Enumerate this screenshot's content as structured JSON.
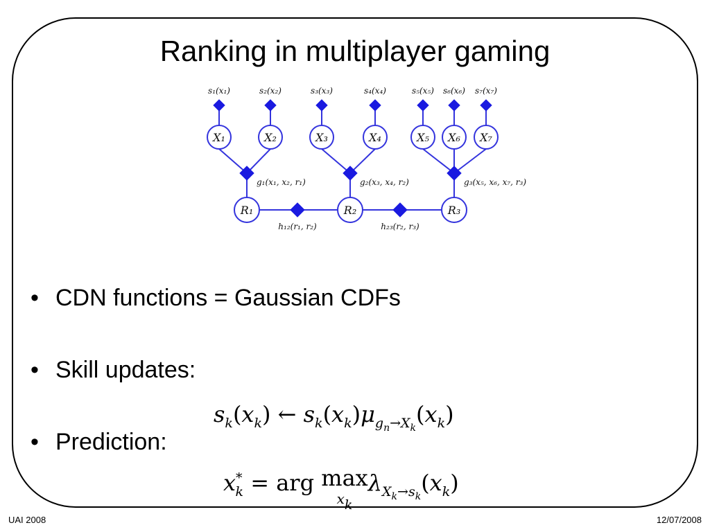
{
  "slide": {
    "title": "Ranking in multiplayer gaming",
    "footer_left": "UAI 2008",
    "footer_right": "12/07/2008"
  },
  "diagram": {
    "colors": {
      "node_stroke": "#3333dd",
      "edge": "#3333dd",
      "factor_fill": "#1a1ae0",
      "label": "#111111"
    },
    "skill_nodes": [
      {
        "id": "X1",
        "var": "X",
        "sub": "1",
        "factor_var": "s",
        "factor_sub": "1",
        "factor_arg": "x",
        "factor_arg_sub": "1"
      },
      {
        "id": "X2",
        "var": "X",
        "sub": "2",
        "factor_var": "s",
        "factor_sub": "2",
        "factor_arg": "x",
        "factor_arg_sub": "2"
      },
      {
        "id": "X3",
        "var": "X",
        "sub": "3",
        "factor_var": "s",
        "factor_sub": "3",
        "factor_arg": "x",
        "factor_arg_sub": "3"
      },
      {
        "id": "X4",
        "var": "X",
        "sub": "4",
        "factor_var": "s",
        "factor_sub": "4",
        "factor_arg": "x",
        "factor_arg_sub": "4"
      },
      {
        "id": "X5",
        "var": "X",
        "sub": "5",
        "factor_var": "s",
        "factor_sub": "5",
        "factor_arg": "x",
        "factor_arg_sub": "5"
      },
      {
        "id": "X6",
        "var": "X",
        "sub": "6",
        "factor_var": "s",
        "factor_sub": "6",
        "factor_arg": "x",
        "factor_arg_sub": "6"
      },
      {
        "id": "X7",
        "var": "X",
        "sub": "7",
        "factor_var": "s",
        "factor_sub": "7",
        "factor_arg": "x",
        "factor_arg_sub": "7"
      }
    ],
    "team_factors": [
      {
        "id": "g1",
        "text": "g₁(x₁, x₂, r₁)",
        "members": [
          "X1",
          "X2"
        ],
        "rank": "R1"
      },
      {
        "id": "g2",
        "text": "g₂(x₃, x₄, r₂)",
        "members": [
          "X3",
          "X4"
        ],
        "rank": "R2"
      },
      {
        "id": "g3",
        "text": "g₃(x₅, x₆, x₇, r₃)",
        "members": [
          "X5",
          "X6",
          "X7"
        ],
        "rank": "R3"
      }
    ],
    "rank_nodes": [
      {
        "id": "R1",
        "var": "R",
        "sub": "1"
      },
      {
        "id": "R2",
        "var": "R",
        "sub": "2"
      },
      {
        "id": "R3",
        "var": "R",
        "sub": "3"
      }
    ],
    "pair_factors": [
      {
        "id": "h12",
        "text": "h₁₂(r₁, r₂)",
        "between": [
          "R1",
          "R2"
        ]
      },
      {
        "id": "h23",
        "text": "h₂₃(r₂, r₃)",
        "between": [
          "R2",
          "R3"
        ]
      }
    ]
  },
  "bullets": [
    {
      "text": "CDN functions = Gaussian CDFs"
    },
    {
      "text": "Skill updates:"
    },
    {
      "text": "Prediction:"
    }
  ],
  "equations": {
    "update": {
      "s": "s",
      "k": "k",
      "x": "x",
      "arrow": "←",
      "mu": "μ",
      "g": "g",
      "n": "n",
      "to": "→",
      "X": "X"
    },
    "prediction": {
      "x": "x",
      "k": "k",
      "star": "*",
      "eq": "=",
      "arg": "arg",
      "max": "max",
      "lambda": "λ",
      "X": "X",
      "to": "→",
      "s": "s"
    }
  }
}
